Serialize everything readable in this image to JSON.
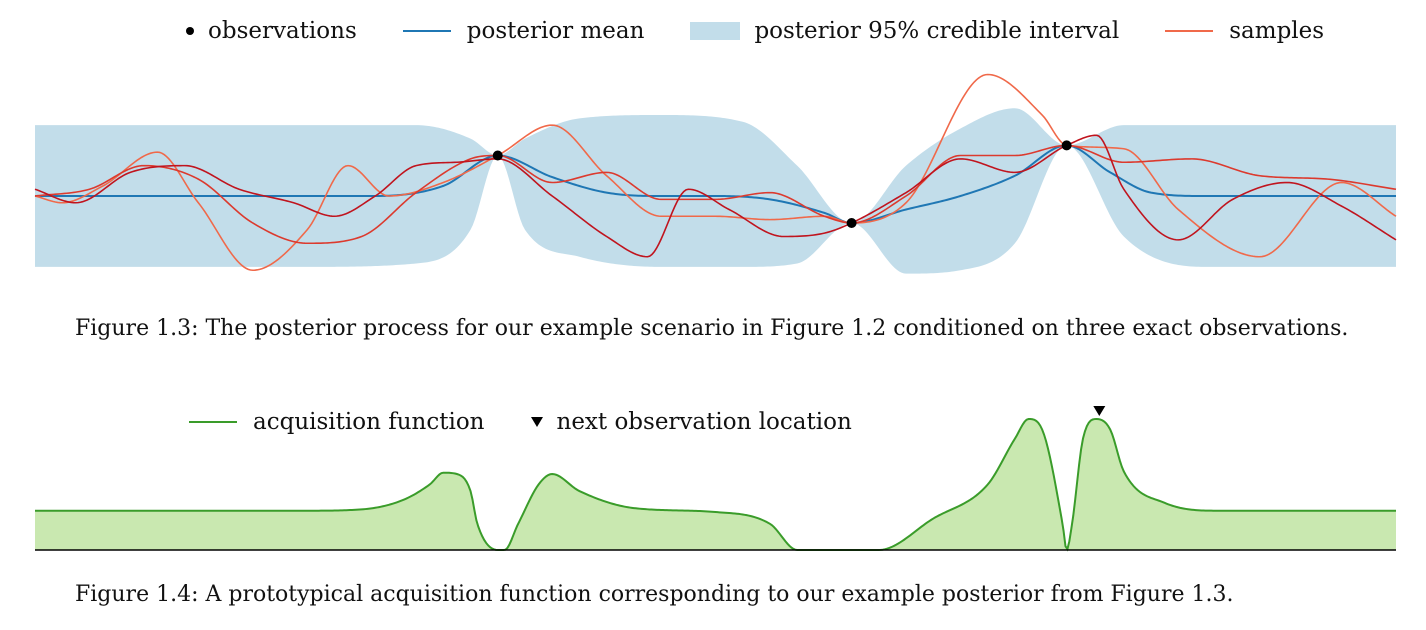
{
  "figure_1_3": {
    "legend": {
      "observations": "observations",
      "posterior_mean": "posterior mean",
      "credible_interval": "posterior 95% credible interval",
      "samples": "samples"
    },
    "caption": "Figure 1.3: The posterior process for our example scenario in Figure 1.2 conditioned on three exact observations."
  },
  "figure_1_4": {
    "legend": {
      "acquisition": "acquisition function",
      "next_location": "next observation location"
    },
    "caption": "Figure 1.4: A prototypical acquisition function corresponding to our example posterior from Figure 1.3."
  },
  "colors": {
    "mean": "#1f77b4",
    "band": "#c2ddea",
    "sample_light": "#f0694a",
    "sample_dark": "#c0141e",
    "acq_line": "#3a9c2a",
    "acq_fill": "#c9e8b0"
  },
  "chart_data": [
    {
      "type": "line",
      "x_range": [
        0,
        1
      ],
      "y_range": [
        -2.2,
        2.2
      ],
      "observations": [
        {
          "x": 0.34,
          "y": 0.6
        },
        {
          "x": 0.6,
          "y": -0.4
        },
        {
          "x": 0.758,
          "y": 0.75
        }
      ],
      "posterior_mean": {
        "x": [
          0,
          0.1,
          0.2,
          0.25,
          0.3,
          0.34,
          0.38,
          0.42,
          0.46,
          0.5,
          0.54,
          0.58,
          0.6,
          0.64,
          0.68,
          0.72,
          0.758,
          0.79,
          0.82,
          0.86,
          0.9,
          1.0
        ],
        "y": [
          0.0,
          0.0,
          0.0,
          0.0,
          0.15,
          0.6,
          0.28,
          0.05,
          0.0,
          0.0,
          -0.05,
          -0.25,
          -0.4,
          -0.2,
          0.0,
          0.3,
          0.75,
          0.35,
          0.05,
          0.0,
          0.0,
          0.0
        ]
      },
      "credible_interval": {
        "x": [
          0,
          0.2,
          0.28,
          0.32,
          0.34,
          0.36,
          0.4,
          0.46,
          0.52,
          0.56,
          0.6,
          0.64,
          0.68,
          0.72,
          0.758,
          0.8,
          0.86,
          1.0
        ],
        "upper": [
          1.05,
          1.05,
          1.05,
          0.85,
          0.6,
          0.85,
          1.15,
          1.2,
          1.1,
          0.45,
          -0.4,
          0.45,
          1.0,
          1.3,
          0.75,
          1.05,
          1.05,
          1.05
        ],
        "lower": [
          -1.05,
          -1.05,
          -1.0,
          -0.5,
          0.6,
          -0.5,
          -0.9,
          -1.05,
          -1.05,
          -1.0,
          -0.4,
          -1.15,
          -1.1,
          -0.7,
          0.75,
          -0.6,
          -1.05,
          -1.05
        ]
      },
      "samples": [
        {
          "shade": "light",
          "x": [
            0,
            0.02,
            0.05,
            0.09,
            0.12,
            0.16,
            0.2,
            0.23,
            0.26,
            0.3,
            0.34,
            0.38,
            0.42,
            0.46,
            0.5,
            0.54,
            0.58,
            0.6,
            0.64,
            0.7,
            0.74,
            0.758,
            0.8,
            0.84,
            0.9,
            0.96,
            1.0
          ],
          "y": [
            0.0,
            -0.1,
            0.15,
            0.65,
            -0.1,
            -1.1,
            -0.5,
            0.45,
            0.0,
            0.2,
            0.6,
            1.05,
            0.3,
            -0.3,
            -0.3,
            -0.35,
            -0.3,
            -0.4,
            -0.1,
            1.8,
            1.2,
            0.75,
            0.7,
            -0.2,
            -0.9,
            0.2,
            -0.3
          ]
        },
        {
          "shade": "mid",
          "x": [
            0,
            0.04,
            0.08,
            0.12,
            0.16,
            0.2,
            0.24,
            0.28,
            0.32,
            0.34,
            0.38,
            0.42,
            0.46,
            0.5,
            0.54,
            0.58,
            0.6,
            0.64,
            0.68,
            0.72,
            0.758,
            0.8,
            0.85,
            0.9,
            0.95,
            1.0
          ],
          "y": [
            0.0,
            0.1,
            0.45,
            0.25,
            -0.4,
            -0.7,
            -0.6,
            0.05,
            0.55,
            0.6,
            0.2,
            0.35,
            -0.05,
            -0.05,
            0.05,
            -0.3,
            -0.4,
            0.0,
            0.6,
            0.6,
            0.75,
            0.5,
            0.55,
            0.3,
            0.25,
            0.1
          ]
        },
        {
          "shade": "dark",
          "x": [
            0,
            0.03,
            0.07,
            0.11,
            0.15,
            0.19,
            0.22,
            0.25,
            0.28,
            0.31,
            0.34,
            0.38,
            0.42,
            0.45,
            0.48,
            0.51,
            0.55,
            0.58,
            0.6,
            0.64,
            0.68,
            0.72,
            0.758,
            0.78,
            0.8,
            0.84,
            0.88,
            0.92,
            0.96,
            1.0
          ],
          "y": [
            0.1,
            -0.1,
            0.35,
            0.45,
            0.1,
            -0.1,
            -0.3,
            0.0,
            0.45,
            0.5,
            0.55,
            0.0,
            -0.6,
            -0.9,
            0.1,
            -0.2,
            -0.6,
            -0.55,
            -0.4,
            0.05,
            0.55,
            0.35,
            0.75,
            0.9,
            0.1,
            -0.65,
            -0.05,
            0.2,
            -0.15,
            -0.65
          ]
        }
      ]
    },
    {
      "type": "area",
      "x_range": [
        0,
        1
      ],
      "y_range": [
        0,
        1
      ],
      "next_observation_location": {
        "x": 0.782
      },
      "acquisition": {
        "x": [
          0,
          0.2,
          0.24,
          0.27,
          0.29,
          0.3,
          0.31,
          0.32,
          0.325,
          0.34,
          0.345,
          0.355,
          0.37,
          0.38,
          0.4,
          0.44,
          0.5,
          0.54,
          0.56,
          0.58,
          0.6,
          0.62,
          0.66,
          0.7,
          0.72,
          0.73,
          0.74,
          0.755,
          0.758,
          0.762,
          0.77,
          0.78,
          0.79,
          0.8,
          0.83,
          0.87,
          0.9,
          1.0
        ],
        "y": [
          0.3,
          0.3,
          0.31,
          0.38,
          0.5,
          0.59,
          0.58,
          0.45,
          0.2,
          0.0,
          0.0,
          0.2,
          0.5,
          0.58,
          0.45,
          0.32,
          0.29,
          0.2,
          0.0,
          0.0,
          0.0,
          0.0,
          0.24,
          0.5,
          0.85,
          1.0,
          0.92,
          0.2,
          0.0,
          0.2,
          0.85,
          1.0,
          0.92,
          0.6,
          0.36,
          0.3,
          0.3,
          0.3
        ]
      }
    }
  ]
}
